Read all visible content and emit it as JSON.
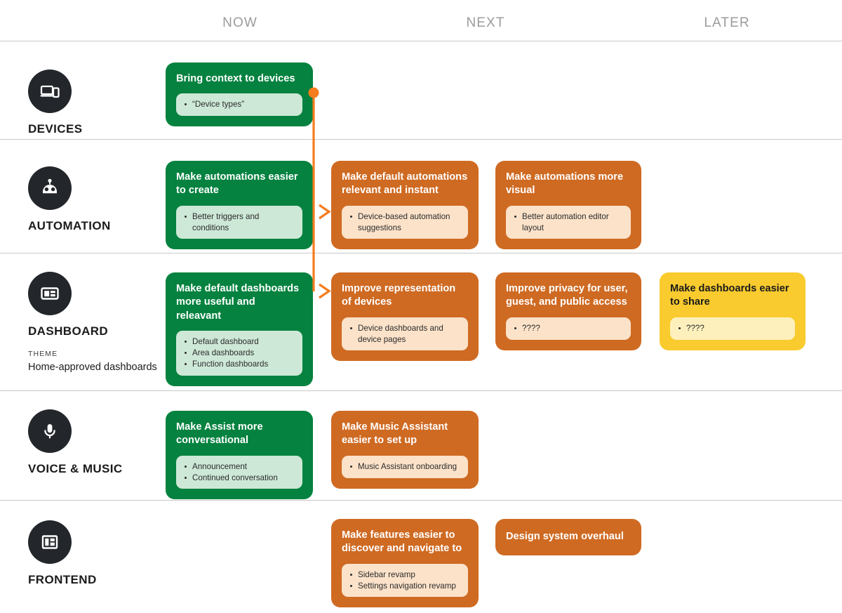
{
  "columns": [
    {
      "label": "NOW"
    },
    {
      "label": "NEXT"
    },
    {
      "label": "LATER"
    }
  ],
  "colors": {
    "now": "#05823f",
    "next": "#cf6a22",
    "later": "#f9cb2e",
    "icon_circle": "#23262a",
    "connector": "#f57c1f",
    "header_text": "#9b9b9b",
    "rule": "#c9c9c9"
  },
  "rows": [
    {
      "key": "devices",
      "label": "DEVICES",
      "icon": "devices-icon",
      "cards": {
        "now": [
          {
            "title": "Bring context to devices",
            "items": [
              "“Device types”"
            ]
          }
        ],
        "next": [],
        "later": []
      }
    },
    {
      "key": "automation",
      "label": "AUTOMATION",
      "icon": "robot-icon",
      "cards": {
        "now": [
          {
            "title": "Make automations easier to create",
            "items": [
              "Better triggers and conditions"
            ]
          }
        ],
        "next": [
          {
            "title": "Make default automations relevant and instant",
            "items": [
              "Device-based automation suggestions"
            ]
          },
          {
            "title": "Make automations more visual",
            "items": [
              "Better automation editor layout"
            ]
          }
        ],
        "later": []
      }
    },
    {
      "key": "dashboard",
      "label": "DASHBOARD",
      "icon": "dashboard-icon",
      "theme_kicker": "THEME",
      "theme_text": "Home-approved dashboards",
      "cards": {
        "now": [
          {
            "title": "Make default dashboards more useful and releavant",
            "items": [
              "Default dashboard",
              "Area dashboards",
              "Function dashboards"
            ]
          }
        ],
        "next": [
          {
            "title": "Improve representation of devices",
            "items": [
              "Device dashboards and device pages"
            ]
          },
          {
            "title": "Improve privacy for user, guest, and public access",
            "items": [
              "????"
            ]
          }
        ],
        "later": [
          {
            "title": "Make dashboards easier to share",
            "items": [
              "????"
            ]
          }
        ]
      }
    },
    {
      "key": "voice-music",
      "label": "VOICE & MUSIC",
      "icon": "microphone-icon",
      "cards": {
        "now": [
          {
            "title": "Make Assist more conversational",
            "items": [
              "Announcement",
              "Continued conversation"
            ]
          }
        ],
        "next": [
          {
            "title": "Make Music Assistant easier to set up",
            "items": [
              "Music Assistant onboarding"
            ]
          }
        ],
        "later": []
      }
    },
    {
      "key": "frontend",
      "label": "FRONTEND",
      "icon": "layout-icon",
      "cards": {
        "now": [],
        "next": [
          {
            "title": "Make features easier to discover and navigate to",
            "items": [
              "Sidebar revamp",
              "Settings navigation revamp"
            ]
          },
          {
            "title": "Design system overhaul",
            "items": []
          }
        ],
        "later": []
      }
    }
  ]
}
